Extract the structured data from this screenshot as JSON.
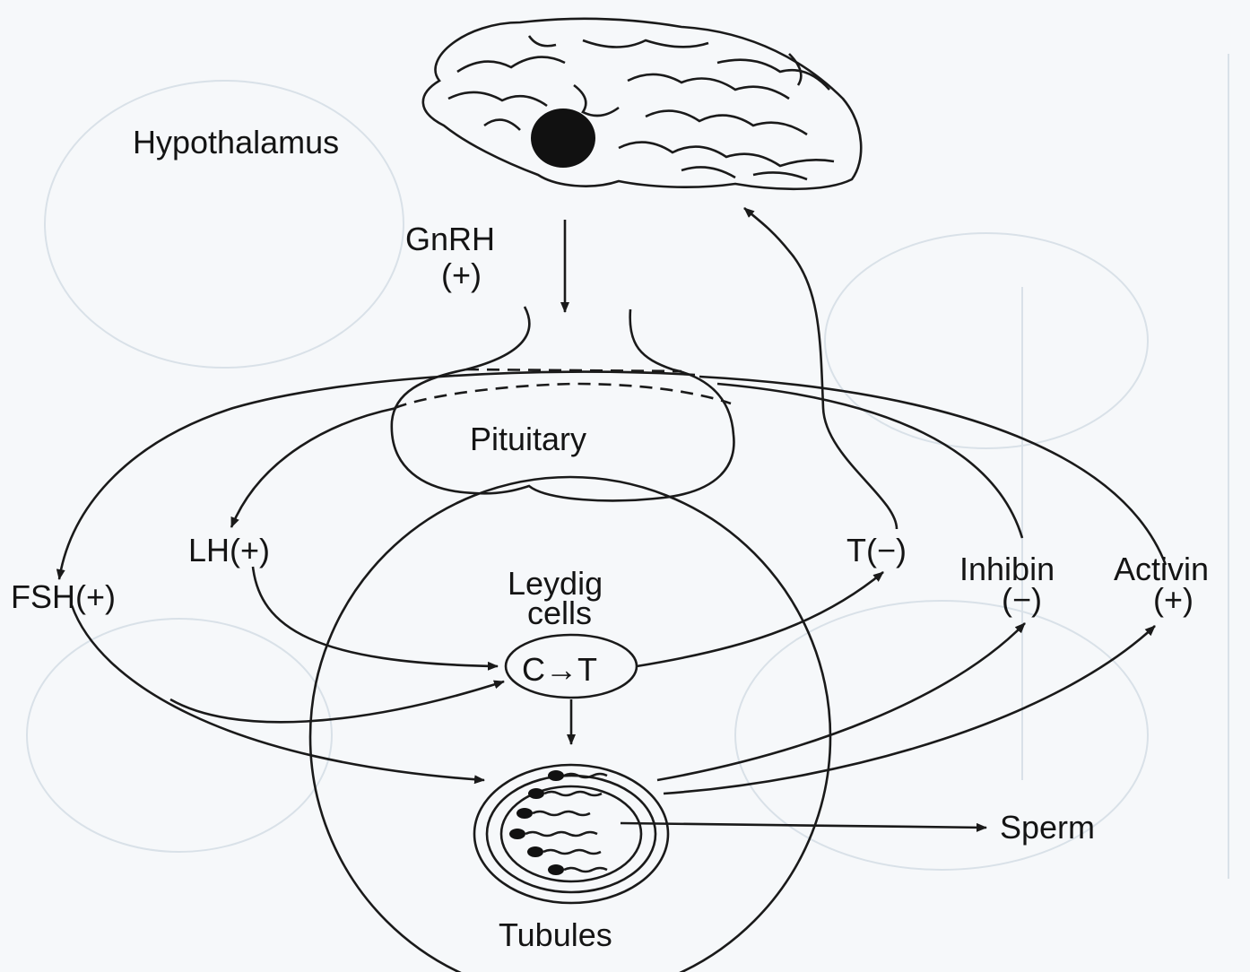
{
  "labels": {
    "hypothalamus": "Hypothalamus",
    "gnrh": "GnRH",
    "gnrh_sign": "(+)",
    "pituitary": "Pituitary",
    "fsh": "FSH(+)",
    "lh": "LH(+)",
    "leydig_line1": "Leydig",
    "leydig_line2": "cells",
    "conversion": "C→T",
    "testosterone": "T(−)",
    "inhibin": "Inhibin",
    "inhibin_sign": "(−)",
    "activin": "Activin",
    "activin_sign": "(+)",
    "sperm": "Sperm",
    "tubules": "Tubules"
  },
  "colors": {
    "ink": "#1a1a1a",
    "background": "#f6f8fa",
    "faint_background_art": "#d9e1e8"
  }
}
